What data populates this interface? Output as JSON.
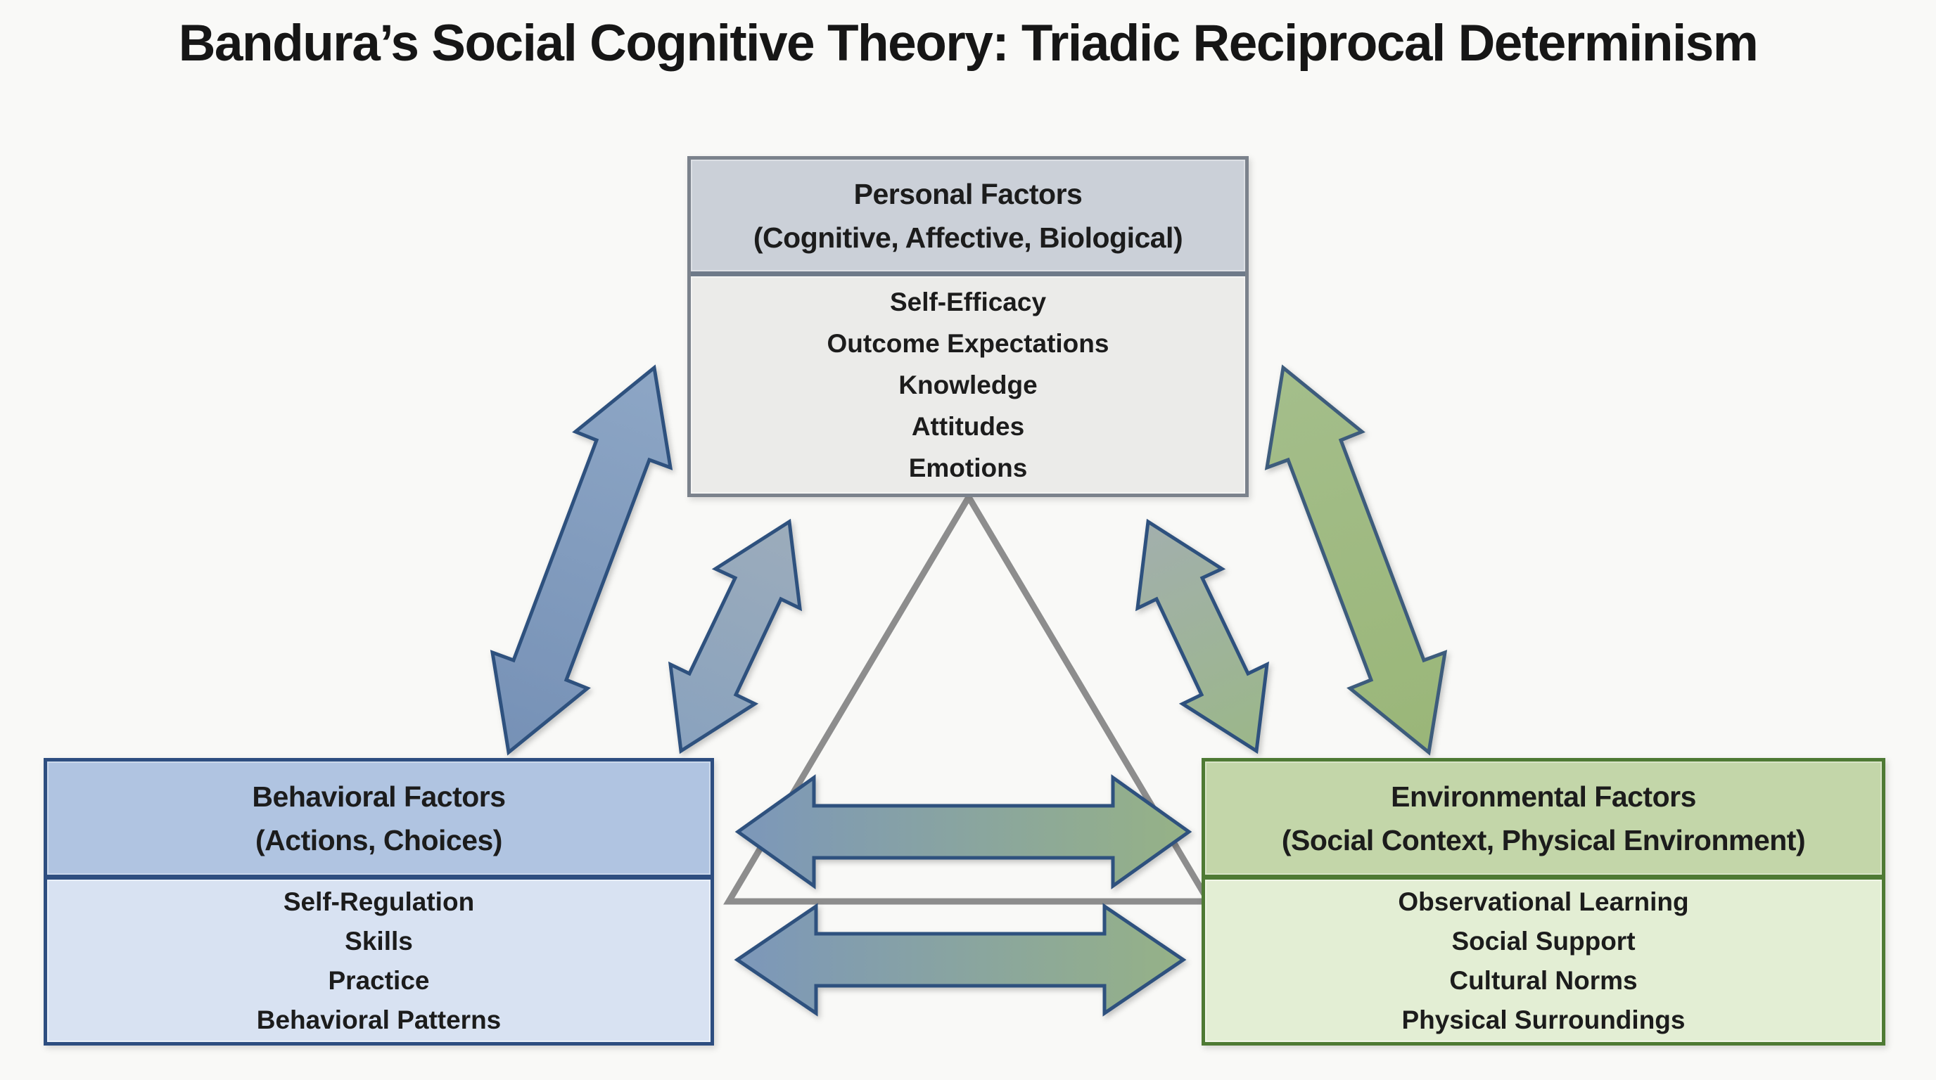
{
  "title": "Bandura’s Social Cognitive Theory: Triadic Reciprocal Determinism",
  "boxes": {
    "personal": {
      "title": "Personal Factors",
      "subtitle": "(Cognitive, Affective, Biological)",
      "items": [
        "Self-Efficacy",
        "Outcome Expectations",
        "Knowledge",
        "Attitudes",
        "Emotions"
      ]
    },
    "behavioral": {
      "title": "Behavioral Factors",
      "subtitle": "(Actions, Choices)",
      "items": [
        "Self-Regulation",
        "Skills",
        "Practice",
        "Behavioral Patterns"
      ]
    },
    "environmental": {
      "title": "Environmental Factors",
      "subtitle": "(Social Context, Physical Environment)",
      "items": [
        "Observational Learning",
        "Social Support",
        "Cultural Norms",
        "Physical Surroundings"
      ]
    }
  },
  "relationships": [
    {
      "between": [
        "Personal Factors",
        "Behavioral Factors"
      ],
      "type": "bidirectional",
      "arrow_count": 2,
      "style": "blue"
    },
    {
      "between": [
        "Personal Factors",
        "Environmental Factors"
      ],
      "type": "bidirectional",
      "arrow_count": 2,
      "style": "green"
    },
    {
      "between": [
        "Behavioral Factors",
        "Environmental Factors"
      ],
      "type": "bidirectional",
      "arrow_count": 2,
      "style": "blue-green-gradient"
    }
  ],
  "colors": {
    "background": "#f9f9f7",
    "title_text": "#161616",
    "box_text": "#1c1c1c",
    "triangle": "#8d8d8d",
    "arrow_border_blue": "#2f517e",
    "arrow_border_green": "#3d5b7c",
    "personal_border": "#7b828c",
    "personal_header_bg": "#cbd0d8",
    "personal_body_bg": "#ebebe9",
    "behavioral_border": "#2e4e80",
    "behavioral_header_bg": "#b0c4e1",
    "behavioral_body_bg": "#d8e2f2",
    "environmental_border": "#4e7a34",
    "environmental_header_bg": "#c3d6a9",
    "environmental_body_bg": "#e3eed4",
    "arrow_outer_left": [
      "#8da6c5",
      "#7691b6"
    ],
    "arrow_inner_left": [
      "#9cacbb",
      "#89a2be"
    ],
    "arrow_inner_right": [
      "#a2afad",
      "#9bb789"
    ],
    "arrow_outer_right": [
      "#a4be8b",
      "#9ab678"
    ],
    "arrow_horizontal": [
      "#7c97ba",
      "#96b286"
    ]
  }
}
